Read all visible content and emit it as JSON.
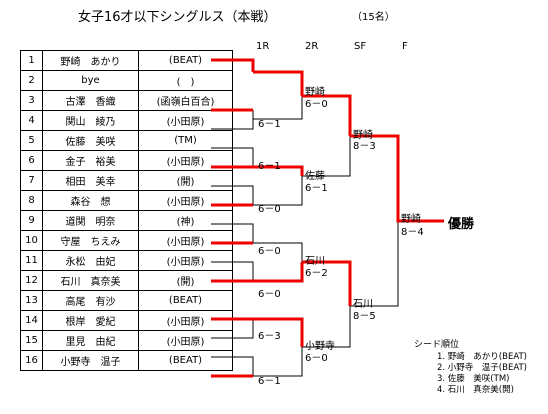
{
  "title": "女子16才以下シングルス（本戦）",
  "entry_count": "（15名）",
  "round_headers": [
    "1R",
    "2R",
    "SF",
    "F"
  ],
  "players": [
    {
      "seed_no": "1",
      "name": "野崎　あかり",
      "club": "(BEAT)"
    },
    {
      "seed_no": "2",
      "name": "bye",
      "club": "(　)"
    },
    {
      "seed_no": "3",
      "name": "古澤　香織",
      "club": "(函嶺白百合)"
    },
    {
      "seed_no": "4",
      "name": "関山　綾乃",
      "club": "(小田原)"
    },
    {
      "seed_no": "5",
      "name": "佐藤　美咲",
      "club": "(TM)"
    },
    {
      "seed_no": "6",
      "name": "金子　裕美",
      "club": "(小田原)"
    },
    {
      "seed_no": "7",
      "name": "相田　美幸",
      "club": "(開)"
    },
    {
      "seed_no": "8",
      "name": "森谷　想",
      "club": "(小田原)"
    },
    {
      "seed_no": "9",
      "name": "道関　明奈",
      "club": "(神)"
    },
    {
      "seed_no": "10",
      "name": "守屋　ちえみ",
      "club": "(小田原)"
    },
    {
      "seed_no": "11",
      "name": "永松　由妃",
      "club": "(小田原)"
    },
    {
      "seed_no": "12",
      "name": "石川　真奈美",
      "club": "(開)"
    },
    {
      "seed_no": "13",
      "name": "高尾　有沙",
      "club": "(BEAT)"
    },
    {
      "seed_no": "14",
      "name": "根岸　愛紀",
      "club": "(小田原)"
    },
    {
      "seed_no": "15",
      "name": "里見　由紀",
      "club": "(小田原)"
    },
    {
      "seed_no": "16",
      "name": "小野寺　温子",
      "club": "(BEAT)"
    }
  ],
  "round1_scores": [
    "6－1",
    "6－1",
    "6－0",
    "6－0",
    "6－0",
    "6－3",
    "6－1"
  ],
  "round2_results": [
    {
      "winner": "野崎",
      "score": "6－0"
    },
    {
      "winner": "佐藤",
      "score": "6－1"
    },
    {
      "winner": "石川",
      "score": "6－2"
    },
    {
      "winner": "小野寺",
      "score": "6－0"
    }
  ],
  "semifinal_results": [
    {
      "winner": "野崎",
      "score": "8－3"
    },
    {
      "winner": "石川",
      "score": "8－5"
    }
  ],
  "final_result": {
    "winner": "野崎",
    "score": "8－4"
  },
  "champion_label": "優勝",
  "seed_list": {
    "title": "シード順位",
    "items": [
      "1. 野崎　あかり(BEAT)",
      "2. 小野寺　温子(BEAT)",
      "3. 佐藤　美咲(TM)",
      "4. 石川　真奈美(開)"
    ]
  },
  "colors": {
    "winner_line": "#ee0000",
    "loser_line": "#000000"
  }
}
